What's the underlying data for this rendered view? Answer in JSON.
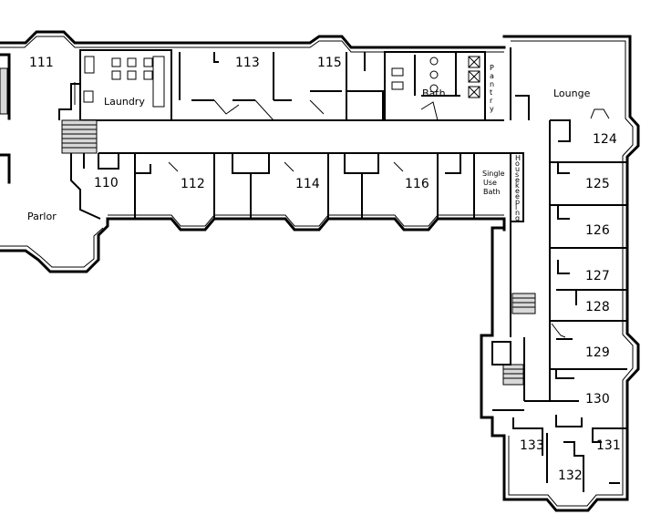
{
  "rooms": {
    "r111": "111",
    "r113": "113",
    "r115": "115",
    "laundry": "Laundry",
    "bath": "Bath",
    "pantry": [
      "P",
      "a",
      "n",
      "t",
      "r",
      "y"
    ],
    "lounge": "Lounge",
    "r124": "124",
    "r110": "110",
    "r112": "112",
    "r114": "114",
    "r116": "116",
    "single_use_bath": [
      "Single",
      "Use",
      "Bath"
    ],
    "housekeeping": [
      "H",
      "o",
      "u",
      "s",
      "e",
      "k",
      "e",
      "e",
      "p",
      "i",
      "n",
      "g"
    ],
    "parlor": "Parlor",
    "r125": "125",
    "r126": "126",
    "r127": "127",
    "r128": "128",
    "r129": "129",
    "r130": "130",
    "r131": "131",
    "r132": "132",
    "r133": "133"
  }
}
